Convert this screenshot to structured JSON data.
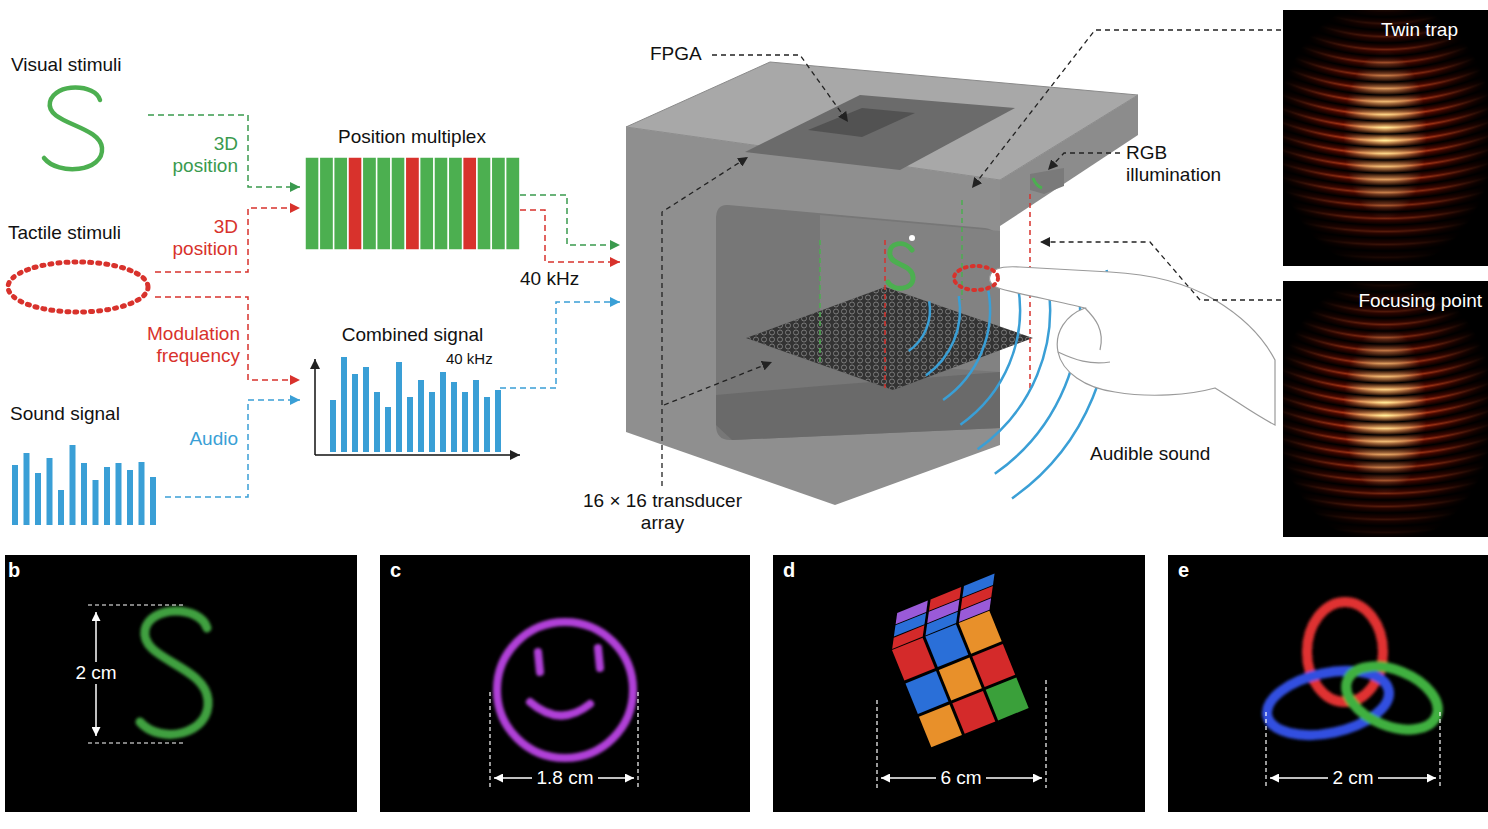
{
  "diagram": {
    "nodes": [
      {
        "text": [
          "Visual stimuli"
        ]
      },
      {
        "text": [
          "Position multiplex"
        ]
      },
      {
        "text": [
          "Tactile stimuli"
        ]
      },
      {
        "text": [
          "Combined signal",
          "40 kHz"
        ]
      },
      {
        "text": [
          "Sound signal"
        ]
      },
      {
        "text": [
          "Twin trap"
        ]
      },
      {
        "text": [
          "Focusing point"
        ]
      },
      {
        "text": [
          "b",
          "2 cm"
        ]
      },
      {
        "text": [
          "c",
          "1.8 cm"
        ]
      },
      {
        "text": [
          "d",
          "6 cm"
        ]
      },
      {
        "text": [
          "e",
          "2 cm"
        ]
      }
    ],
    "edges": [
      {
        "from": 0,
        "to": 1,
        "label": "3D position",
        "arrow": "to"
      },
      {
        "from": 2,
        "to": 1,
        "label": "3D position",
        "arrow": "to"
      },
      {
        "from": 2,
        "to": 3,
        "label": "Modulation frequency",
        "arrow": "to"
      },
      {
        "from": 4,
        "to": 3,
        "label": "Audio",
        "arrow": "to"
      }
    ],
    "labels": [
      "40 kHz",
      "FPGA",
      "RGB illumination",
      "16 × 16 transducer array",
      "Audible sound"
    ]
  }
}
